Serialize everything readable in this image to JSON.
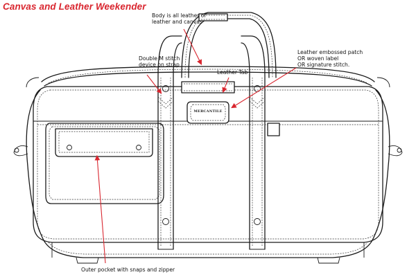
{
  "title": "Canvas and Leather Weekender",
  "annotations": {
    "body": [
      "Body is all leather or",
      "leather and canvas"
    ],
    "mstitch": [
      "Double M stitch",
      "device on strap"
    ],
    "patch": [
      "Leather embossed patch",
      "OR woven label",
      "OR signature stitch."
    ],
    "tab": "Leather Tab",
    "pocket": "Outer pocket with snaps and zipper"
  },
  "patch_text": "MERCANTILE",
  "colors": {
    "title": "#d9262f",
    "arrows": "#d9262f",
    "lines": "#1a1a1a"
  }
}
